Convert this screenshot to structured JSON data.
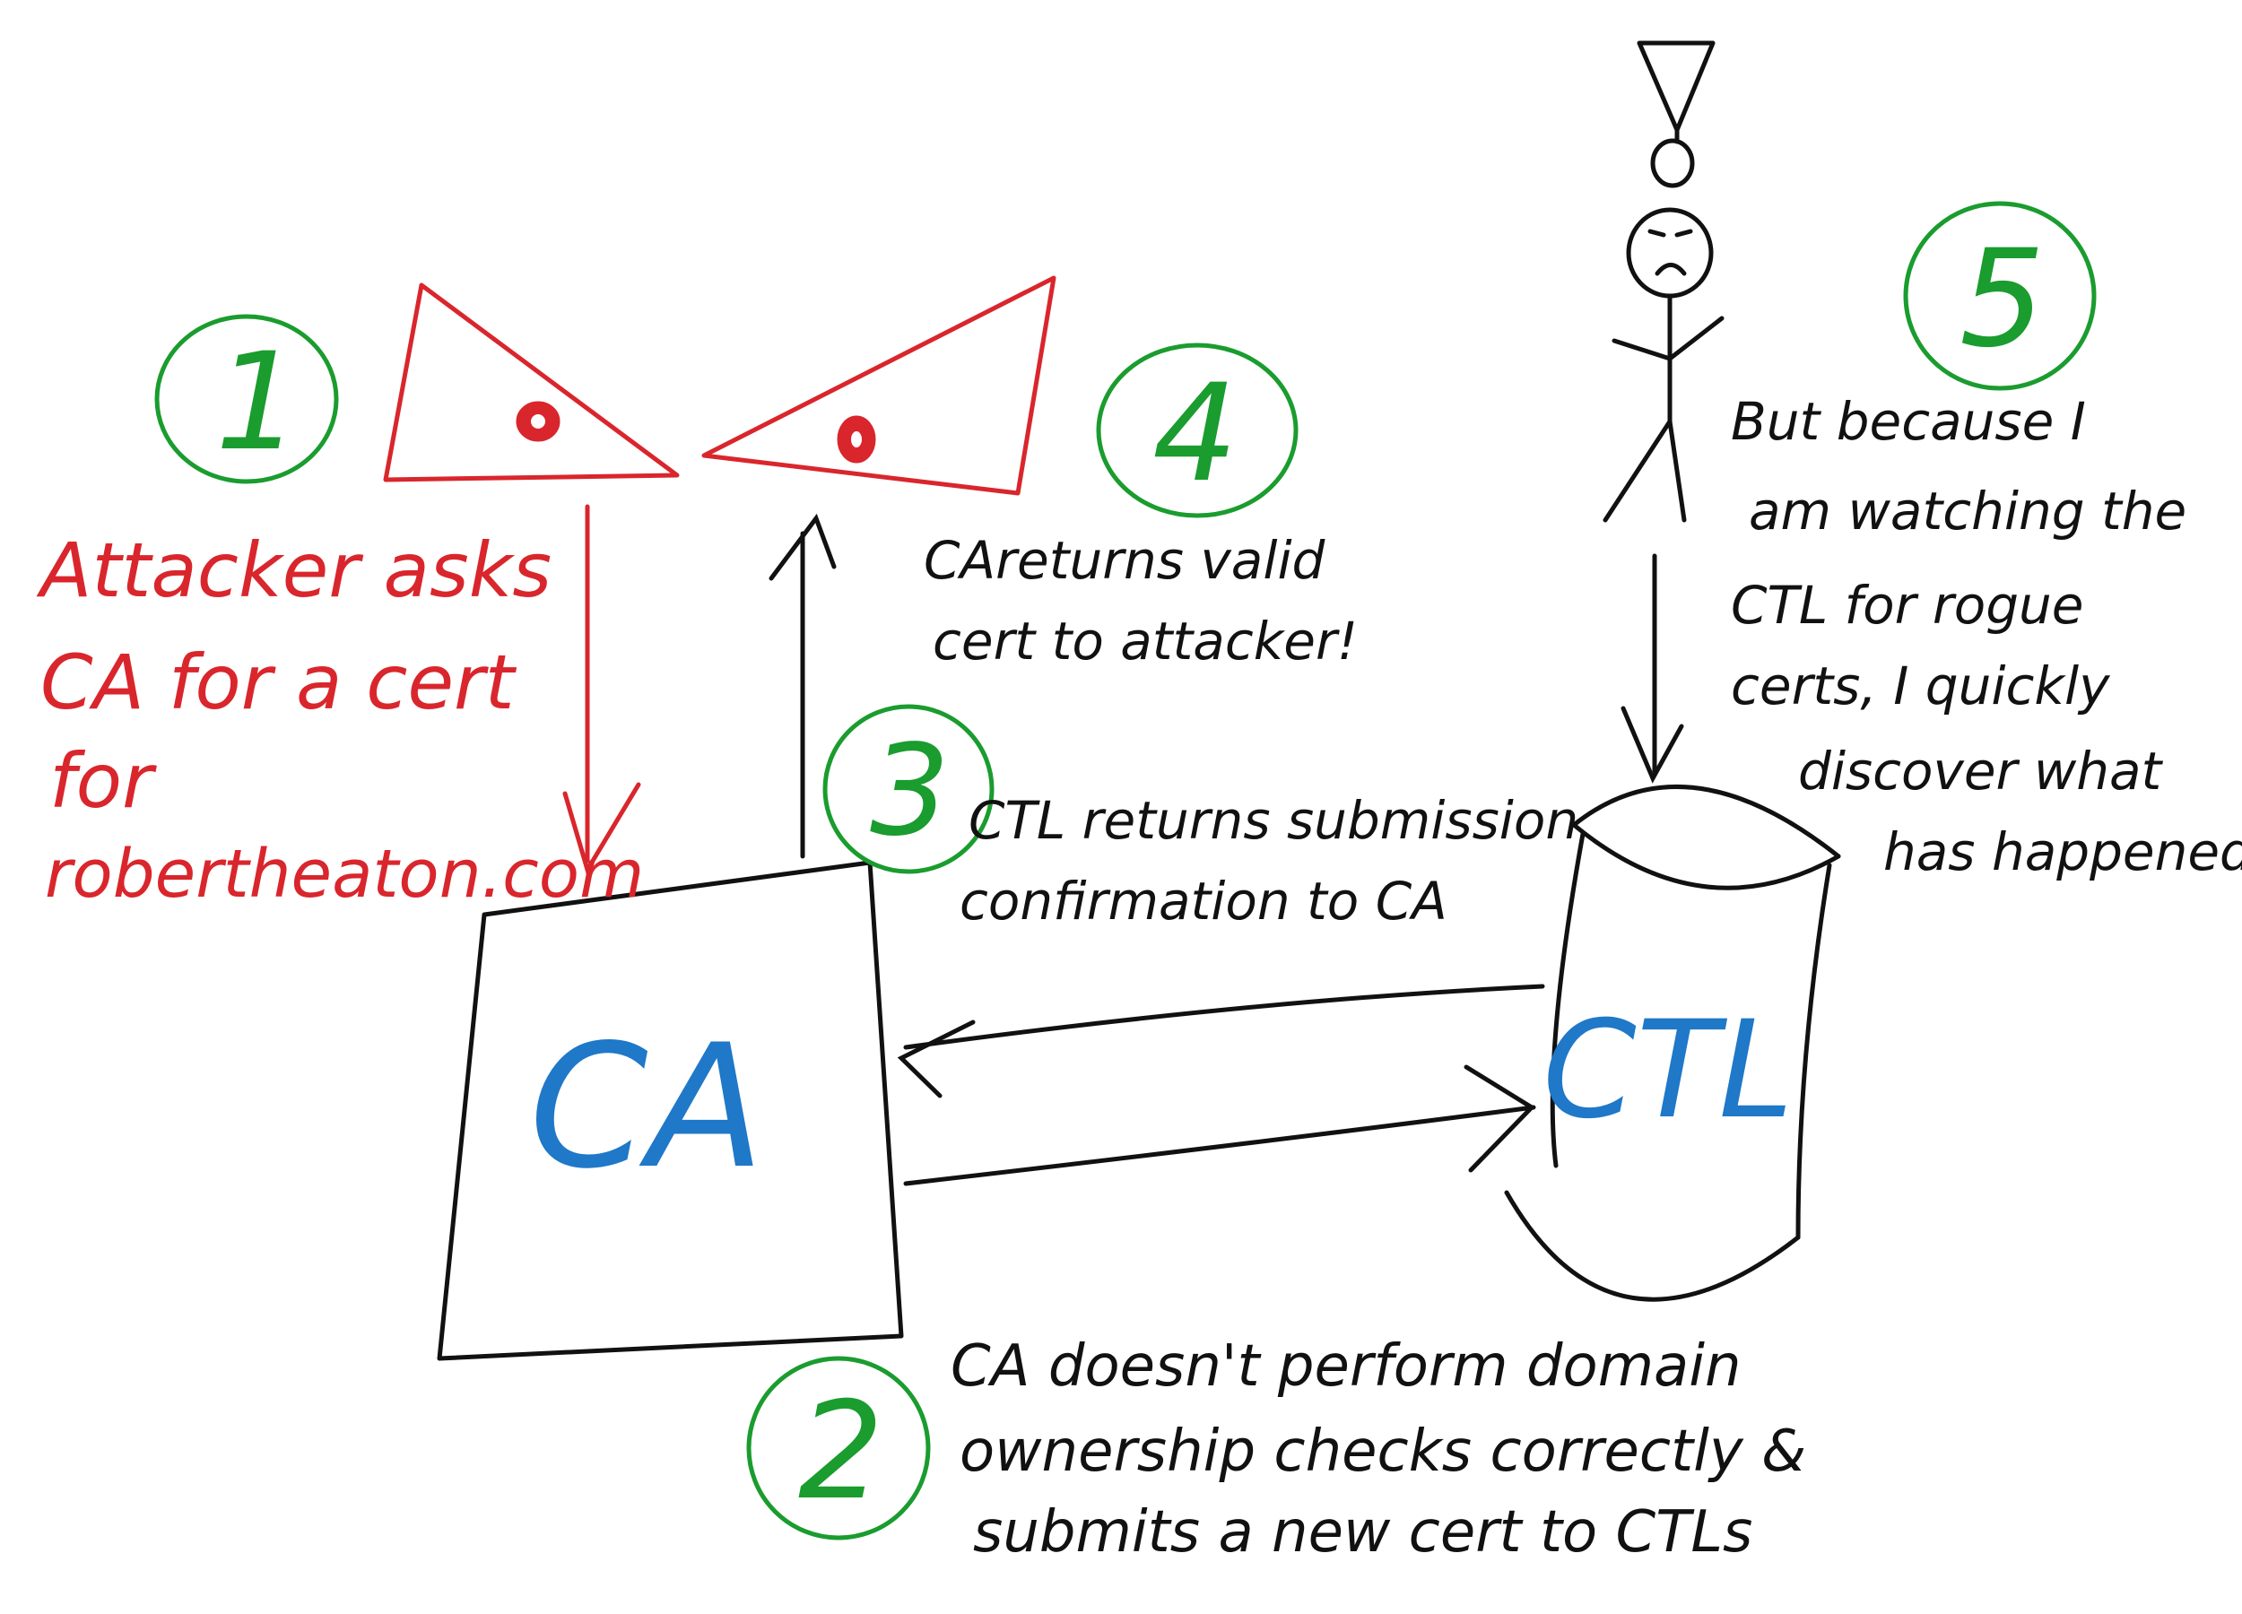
{
  "colors": {
    "attacker_red": "#d9262c",
    "number_green": "#1a9c2e",
    "label_blue": "#1f78c8",
    "ink_black": "#111111"
  },
  "steps": {
    "s1": {
      "number": "1",
      "lines": [
        "Attacker asks",
        "CA for a cert",
        "for",
        "robertheaton.com"
      ]
    },
    "s2": {
      "number": "2",
      "lines": [
        "CA doesn't perform domain",
        "ownership checks correctly &",
        "submits a new cert to CTLs"
      ]
    },
    "s3": {
      "number": "3",
      "lines": [
        "CTL returns submission",
        "confirmation to CA"
      ]
    },
    "s4": {
      "number": "4",
      "lines": [
        "CAreturns valid",
        "cert to attacker!"
      ]
    },
    "s5": {
      "number": "5",
      "lines": [
        "But because I",
        "am watching the",
        "CTL for rogue",
        "certs, I quickly",
        "discover what",
        "has happened"
      ]
    }
  },
  "nodes": {
    "ca_label": "CA",
    "ctl_label": "CTL"
  },
  "icons": [
    "attacker-eyes-icon",
    "stick-figure-watcher-icon",
    "arrow-icon"
  ]
}
